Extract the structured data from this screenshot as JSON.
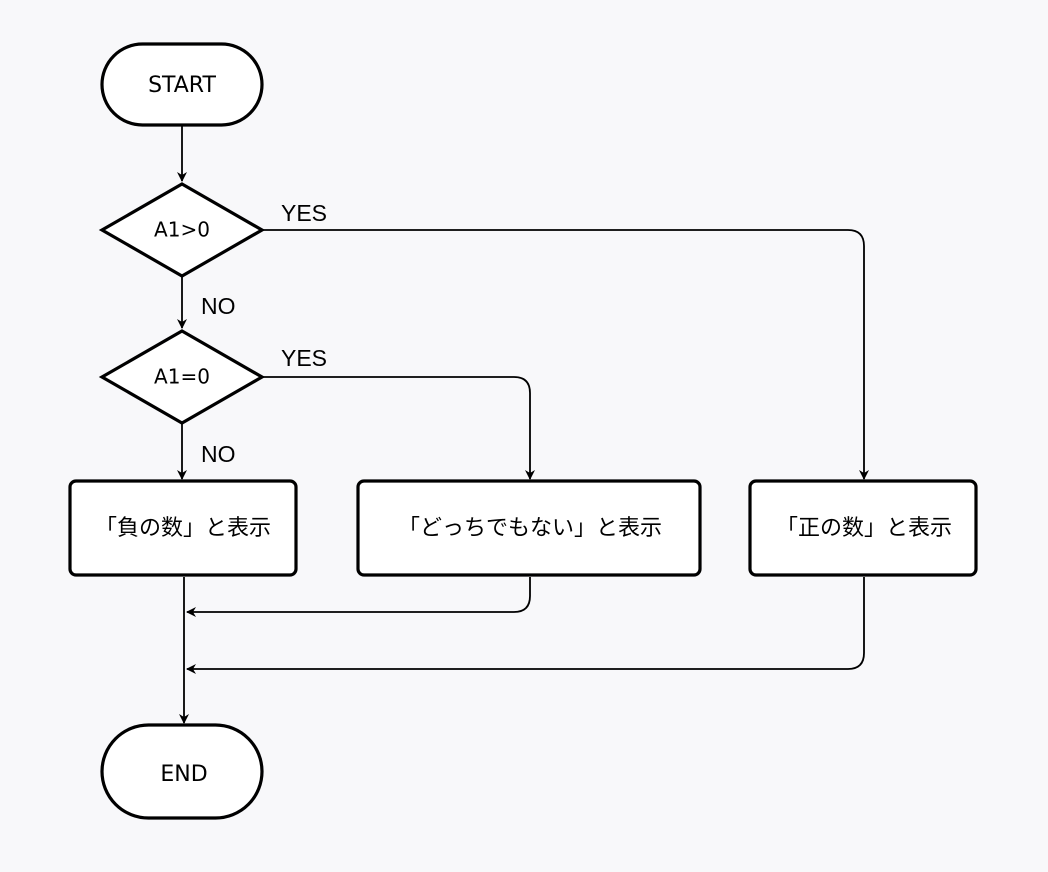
{
  "nodes": {
    "start": "START",
    "decision_positive": "A1>0",
    "decision_zero": "A1=0",
    "negative_box": "「負の数」と表示",
    "neither_box": "「どっちでもない」と表示",
    "positive_box": "「正の数」と表示",
    "end": "END"
  },
  "edge_labels": {
    "positive_yes": "YES",
    "positive_no": "NO",
    "zero_yes": "YES",
    "zero_no": "NO"
  }
}
